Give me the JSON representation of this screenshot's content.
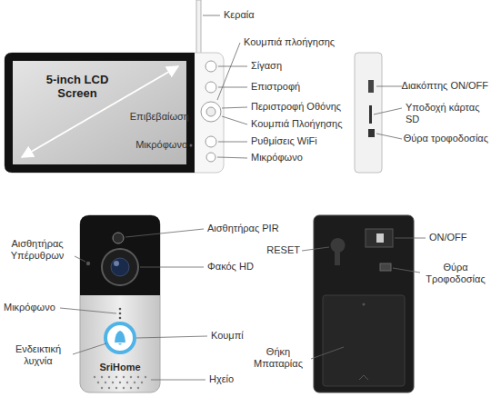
{
  "diagram": {
    "labels": [
      "Κεραία",
      "Κουμπιά πλοήγησης",
      "Σίγαση",
      "Επιστροφή",
      "Επιβεβαίωση",
      "Περιστροφή Οθόνης",
      "Κουμπιά Πλοήγησης",
      "Ρυθμίσεις WiFi",
      "Μικρόφωνο",
      "Μικρόφωνο",
      "5-inch LCD Screen",
      "Διακόπτης ON/OFF",
      "Υποδοχή κάρτας SD",
      "Θύρα τροφοδοσίας",
      "Αισθητήρας PIR",
      "Αισθητήρας Υπέρυθρων",
      "Φακός HD",
      "Μικρόφωνο",
      "Κουμπί",
      "Ενδεικτική λυχνία",
      "SriHome",
      "Ηχείο",
      "RESET",
      "ON/OFF",
      "Θύρα Τροφοδοσίας",
      "Θήκη Μπαταρίας"
    ]
  }
}
